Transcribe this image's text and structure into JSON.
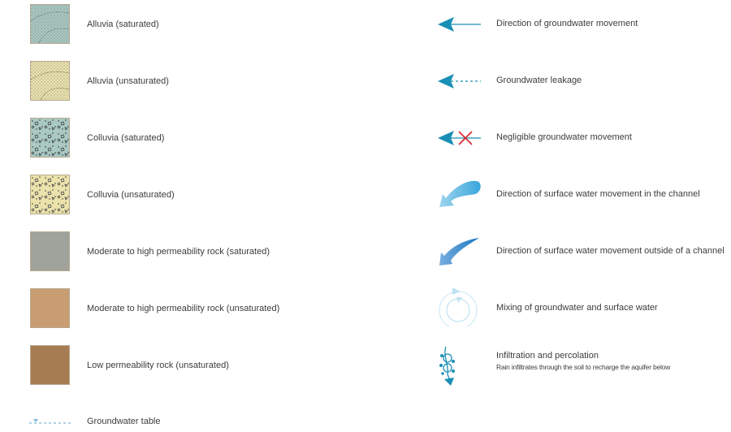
{
  "left_items": [
    {
      "label": "Alluvia (saturated)",
      "color": "#a9c9c1",
      "pattern": "fine-dots"
    },
    {
      "label": "Alluvia (unsaturated)",
      "color": "#ebe3ab",
      "pattern": "fine-dots"
    },
    {
      "label": "Colluvia (saturated)",
      "color": "#a9c9c1",
      "pattern": "gravel"
    },
    {
      "label": "Colluvia (unsaturated)",
      "color": "#ebe3ab",
      "pattern": "gravel"
    },
    {
      "label": "Moderate to high permeability rock (saturated)",
      "color": "#9fa39c",
      "pattern": "solid"
    },
    {
      "label": "Moderate to high permeability rock (unsaturated)",
      "color": "#c99d72",
      "pattern": "solid"
    },
    {
      "label": "Low permeability rock (unsaturated)",
      "color": "#a67c53",
      "pattern": "solid"
    },
    {
      "label": "Groundwater table",
      "color": "#7fb6d6",
      "pattern": "dashed-line"
    }
  ],
  "right_items": [
    {
      "label": "Direction of groundwater movement",
      "icon": "arrow-left-solid-icon"
    },
    {
      "label": "Groundwater leakage",
      "icon": "arrow-left-dashed-icon"
    },
    {
      "label": "Negligible groundwater movement",
      "icon": "arrow-left-crossed-icon"
    },
    {
      "label": "Direction of surface water movement in the channel",
      "icon": "curved-arrow-light-icon"
    },
    {
      "label": "Direction of surface water movement outside of a channel",
      "icon": "curved-arrow-dark-icon"
    },
    {
      "label": "Mixing of groundwater and surface water",
      "icon": "circular-arrows-icon"
    },
    {
      "label": "Infiltration and percolation",
      "sublabel": "Rain infiltrates through the soil to recharge the aquifer below",
      "icon": "infiltration-icon"
    }
  ],
  "colors": {
    "arrow": "#1a8fb5",
    "cross": "#d8262c",
    "light_blue": "#6cc0e5"
  }
}
